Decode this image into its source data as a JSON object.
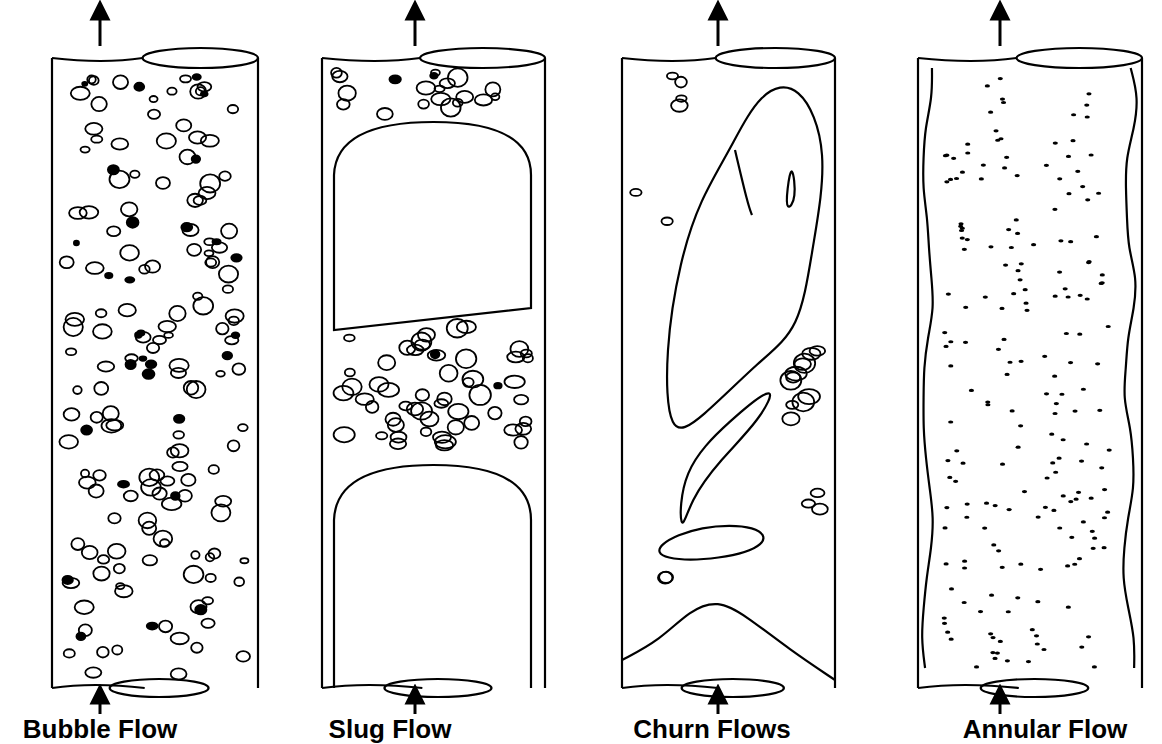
{
  "diagram": {
    "labels": [
      "Bubble Flow",
      "Slug Flow",
      "Churn Flows",
      "Annular Flow"
    ]
  }
}
